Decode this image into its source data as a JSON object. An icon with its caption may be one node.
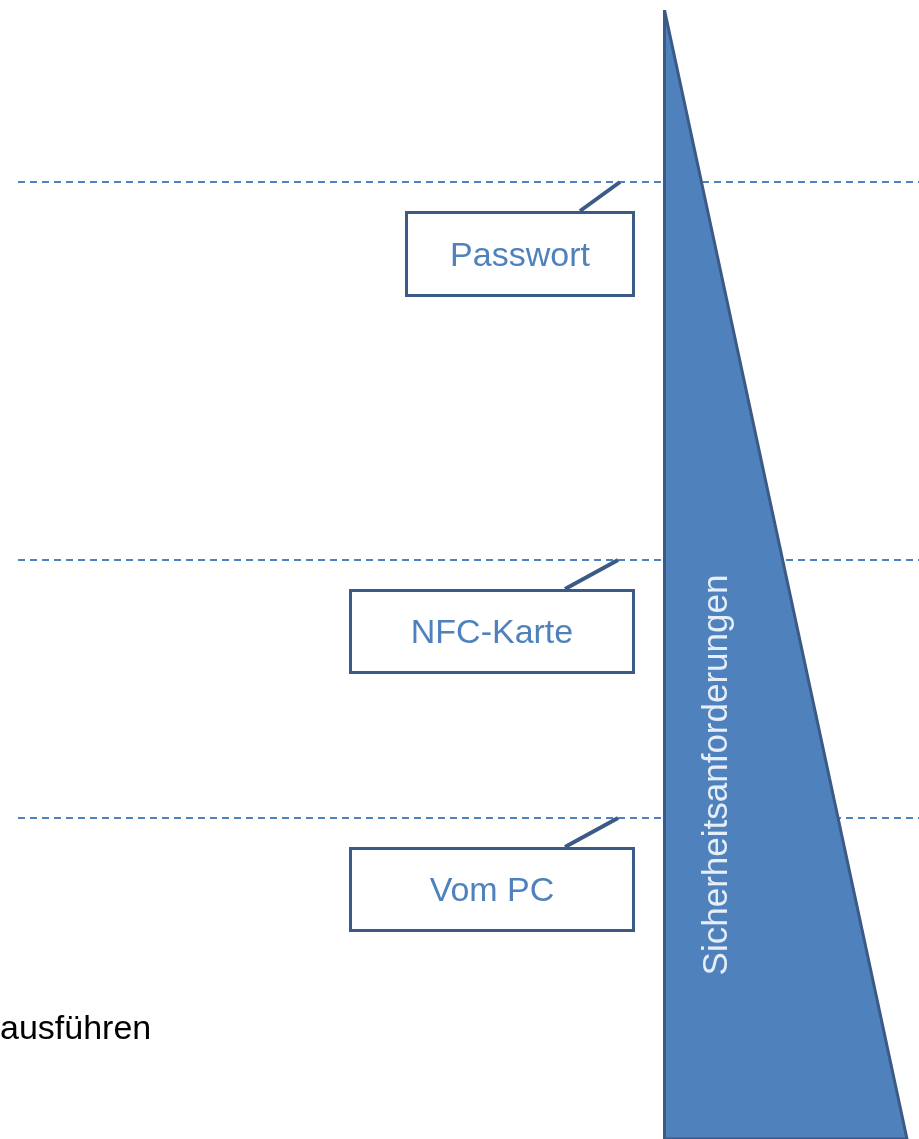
{
  "diagram": {
    "nodes": [
      {
        "text": [
          "Sicherheitsanforderungen"
        ]
      },
      {
        "text": [
          "Passwort"
        ]
      },
      {
        "text": [
          "NFC-Karte"
        ]
      },
      {
        "text": [
          "Vom PC"
        ]
      }
    ],
    "edges": [
      {
        "from": 1,
        "to": null,
        "arrow": "none"
      },
      {
        "from": 2,
        "to": null,
        "arrow": "none"
      },
      {
        "from": 3,
        "to": null,
        "arrow": "none"
      }
    ],
    "labels": [
      "ausführen"
    ]
  }
}
